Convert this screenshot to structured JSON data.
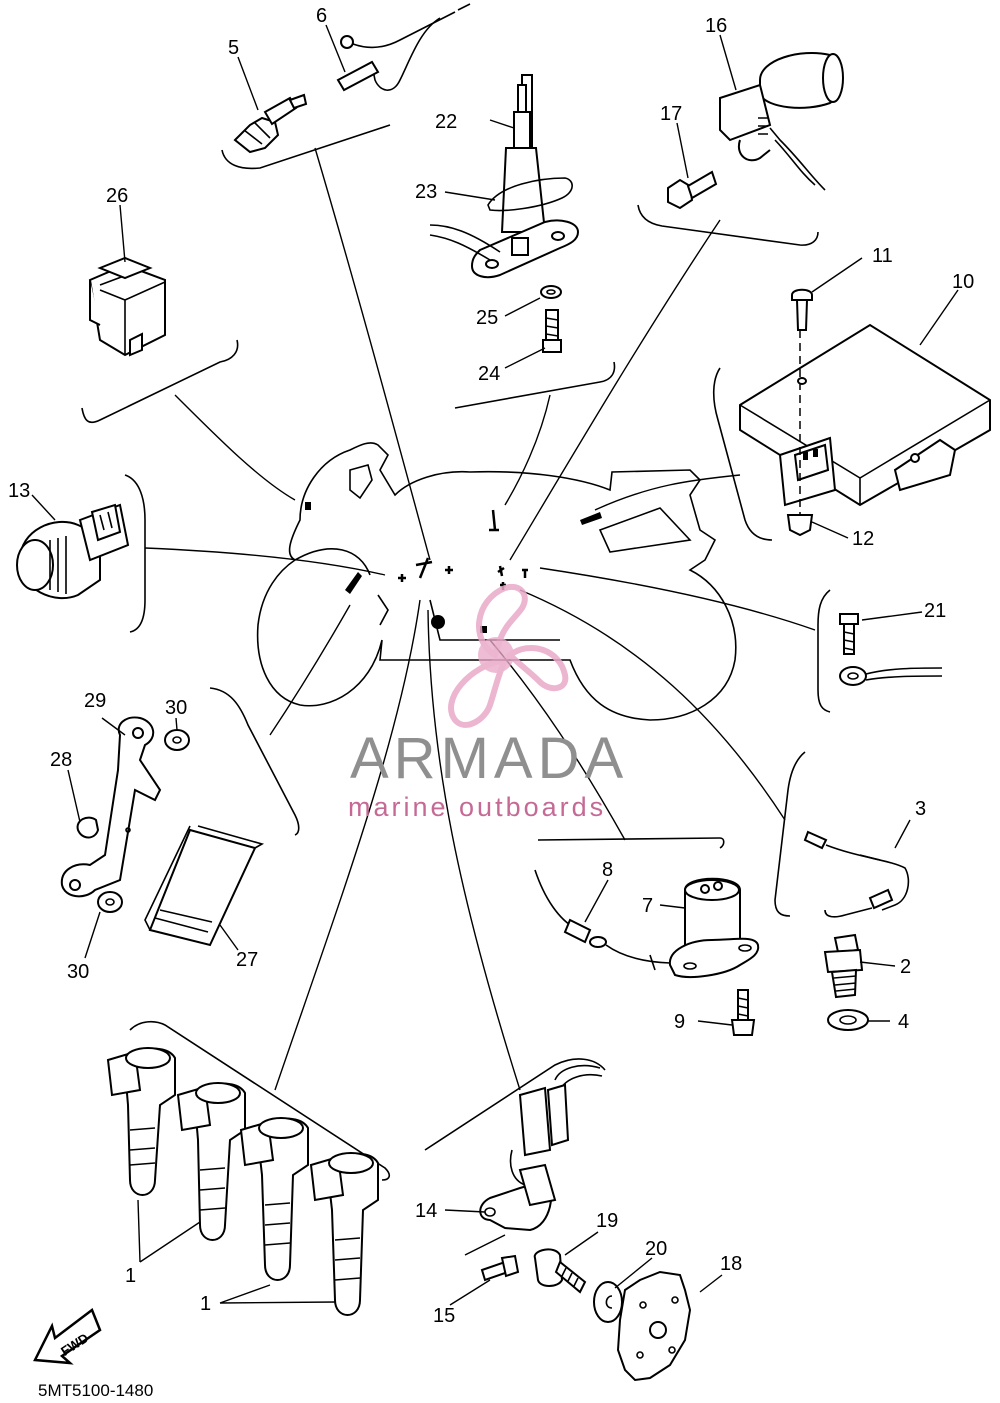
{
  "diagram": {
    "code": "5MT5100-1480",
    "fwd_label": "FWD",
    "watermark": {
      "title": "ARMADA",
      "subtitle": "marine outboards",
      "accent": "#e9a9c8",
      "title_color": "#8f8f8f",
      "subtitle_color": "#c56a95"
    },
    "callouts": [
      "1",
      "1",
      "2",
      "3",
      "4",
      "5",
      "6",
      "7",
      "8",
      "9",
      "10",
      "11",
      "12",
      "13",
      "14",
      "15",
      "16",
      "17",
      "18",
      "19",
      "20",
      "21",
      "22",
      "23",
      "24",
      "25",
      "26",
      "27",
      "28",
      "29",
      "30",
      "30"
    ]
  }
}
